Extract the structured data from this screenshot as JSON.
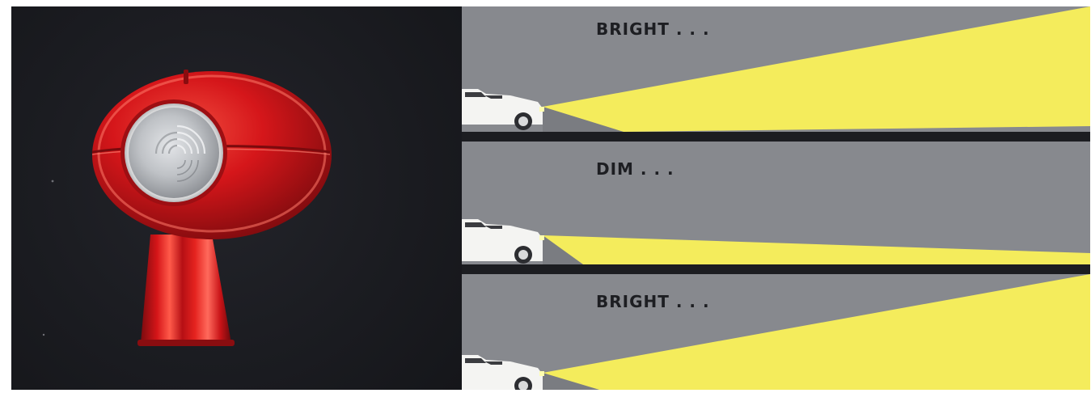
{
  "panels": [
    {
      "caption": "BRIGHT . . ."
    },
    {
      "caption": "DIM . . ."
    },
    {
      "caption": "BRIGHT . . ."
    }
  ],
  "icons": {
    "headlight": "headlight-dimmer-icon",
    "car": "car-icon",
    "beam": "headlight-beam-icon"
  },
  "colors": {
    "background": "#1d1e23",
    "sky": "#8a8c91",
    "beam": "#f4ec5c",
    "dimmer_red": "#d5161a",
    "lens": "#c6c8cb"
  }
}
